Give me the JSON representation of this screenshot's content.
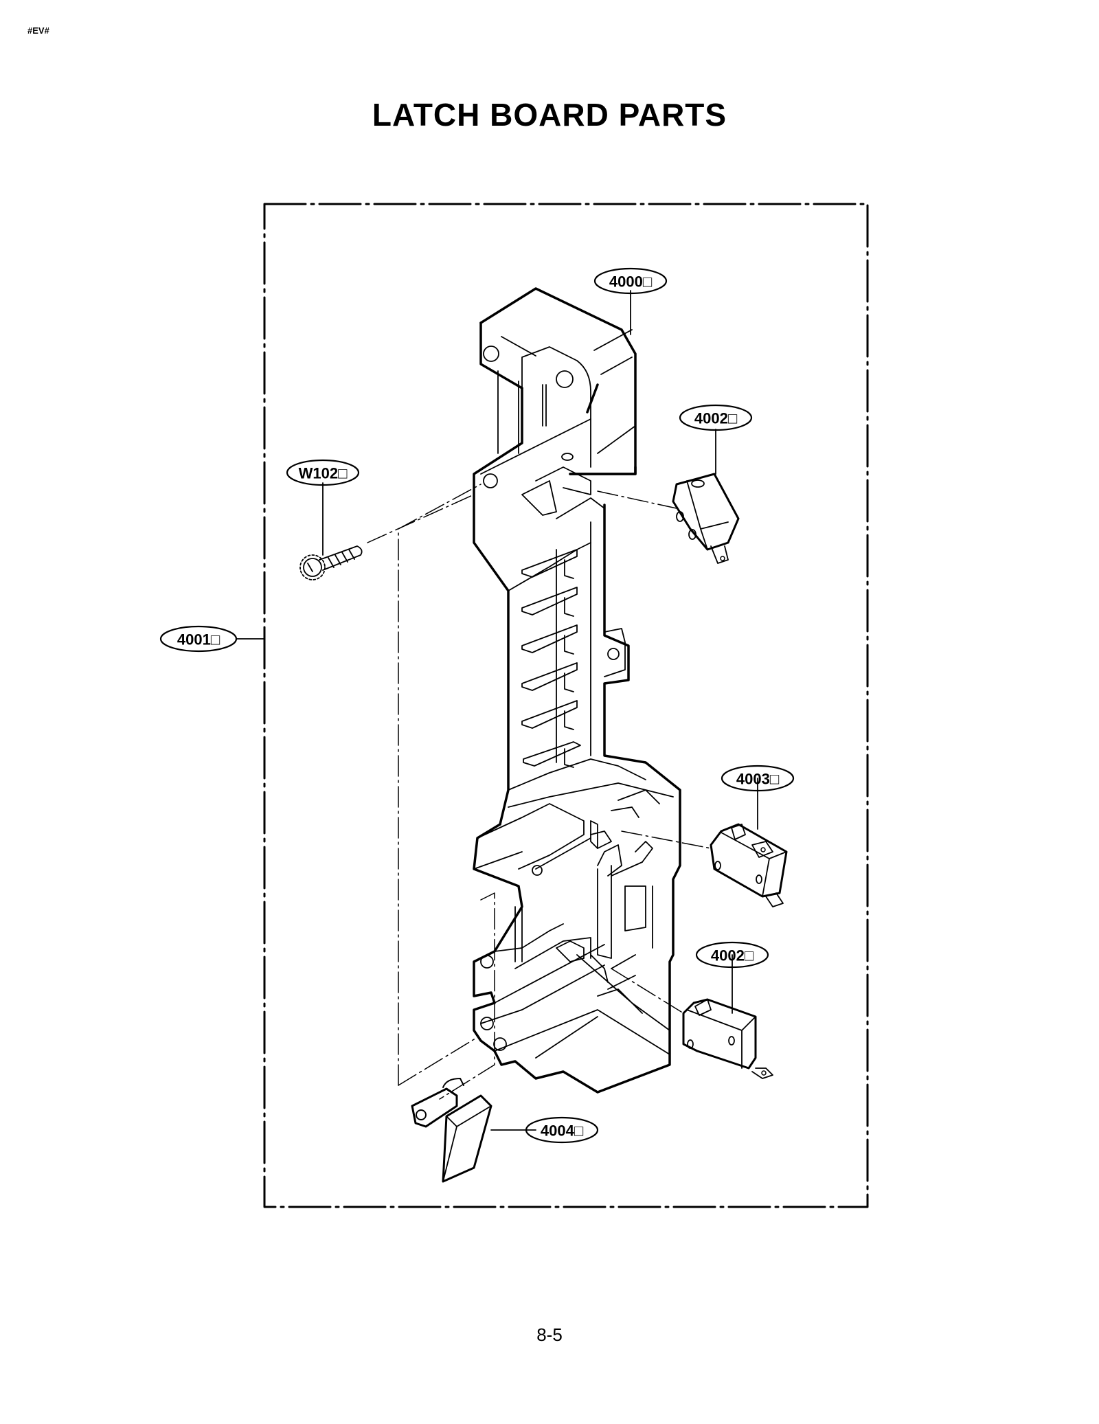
{
  "page": {
    "header_code": "#EV#",
    "title": "LATCH BOARD PARTS",
    "page_number": "8-5"
  },
  "diagram": {
    "type": "exploded-parts-diagram",
    "frame_style": "dash-dot border",
    "callouts": [
      {
        "id": "c1",
        "label": "4000□",
        "part": "latch board"
      },
      {
        "id": "c2",
        "label": "4002□",
        "part": "micro switch (upper)"
      },
      {
        "id": "c3",
        "label": "W102□",
        "part": "screw"
      },
      {
        "id": "c4",
        "label": "4001□",
        "part": "latch board assembly"
      },
      {
        "id": "c5",
        "label": "4003□",
        "part": "micro switch (monitor)"
      },
      {
        "id": "c6",
        "label": "4002□",
        "part": "micro switch (lower)"
      },
      {
        "id": "c7",
        "label": "4004□",
        "part": "lever / hook"
      }
    ]
  }
}
